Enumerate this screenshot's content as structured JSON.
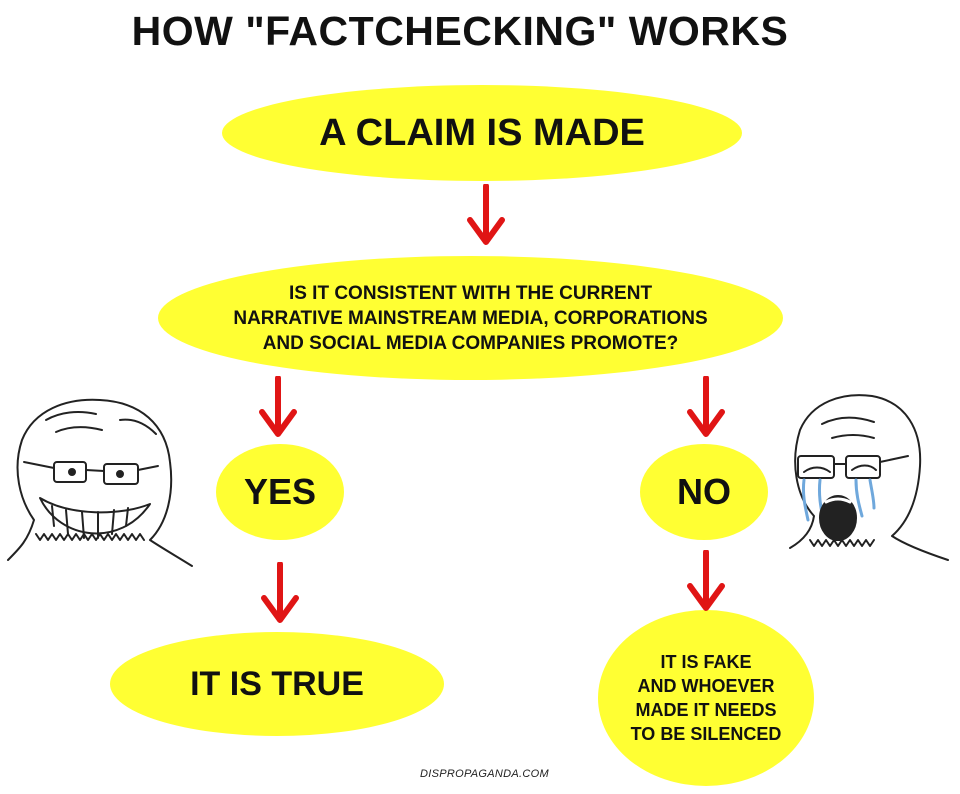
{
  "title": "HOW \"FACTCHECKING\" WORKS",
  "nodes": {
    "claim": "A CLAIM IS MADE",
    "question_lines": [
      "IS IT CONSISTENT WITH THE CURRENT",
      "NARRATIVE MAINSTREAM MEDIA, CORPORATIONS",
      "AND SOCIAL MEDIA COMPANIES PROMOTE?"
    ],
    "yes": "YES",
    "no": "NO",
    "true_result": "IT IS TRUE",
    "fake_result_lines": [
      "IT IS FAKE",
      "AND WHOEVER",
      "MADE IT NEEDS",
      "TO BE SILENCED"
    ]
  },
  "credit": "DISPROPAGANDA.COM",
  "colors": {
    "node_fill": "#ffff33",
    "arrow": "#e01515",
    "text": "#111111"
  },
  "icons": [
    "grinning-wojak-icon",
    "crying-soyjak-icon"
  ]
}
